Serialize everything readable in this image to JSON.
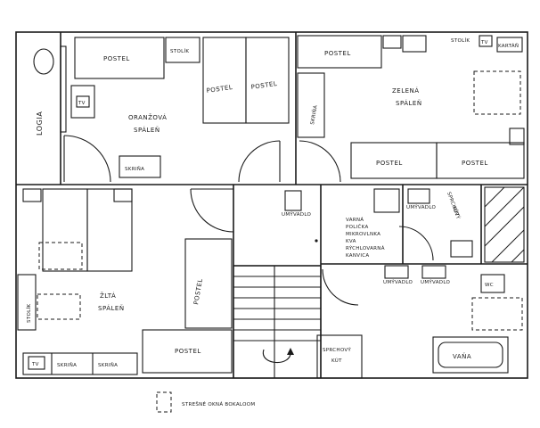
{
  "rooms": {
    "loggia": "LOGIA",
    "orange_line1": "ORANŽOVÁ",
    "orange_line2": "SPÁLEŇ",
    "green_line1": "ZELENÁ",
    "green_line2": "SPÁLEŇ",
    "yellow_line1": "ŽLTÁ",
    "yellow_line2": "SPÁLEŇ"
  },
  "furniture": {
    "bed": "POSTEL",
    "table": "STOLÍK",
    "wardrobe": "SKRIŇA",
    "tv": "TV",
    "sink": "UMÝVADLO",
    "bath": "VAŇA",
    "shower_line1": "SPRCHOVÝ",
    "shower_line2": "KÚT",
    "kitchen_1": "VARNÁ",
    "kitchen_2": "POLIČKA",
    "kitchen_3": "MIKROVLNKA",
    "kitchen_4": "KVA",
    "kitchen_5": "RÝCHLOVARNÁ",
    "kitchen_6": "KANVICA",
    "fridge": "KARTÁŇ",
    "wc": "WC"
  },
  "legend": {
    "text": "STREŠNÉ OKNÁ BOKALOOM"
  }
}
